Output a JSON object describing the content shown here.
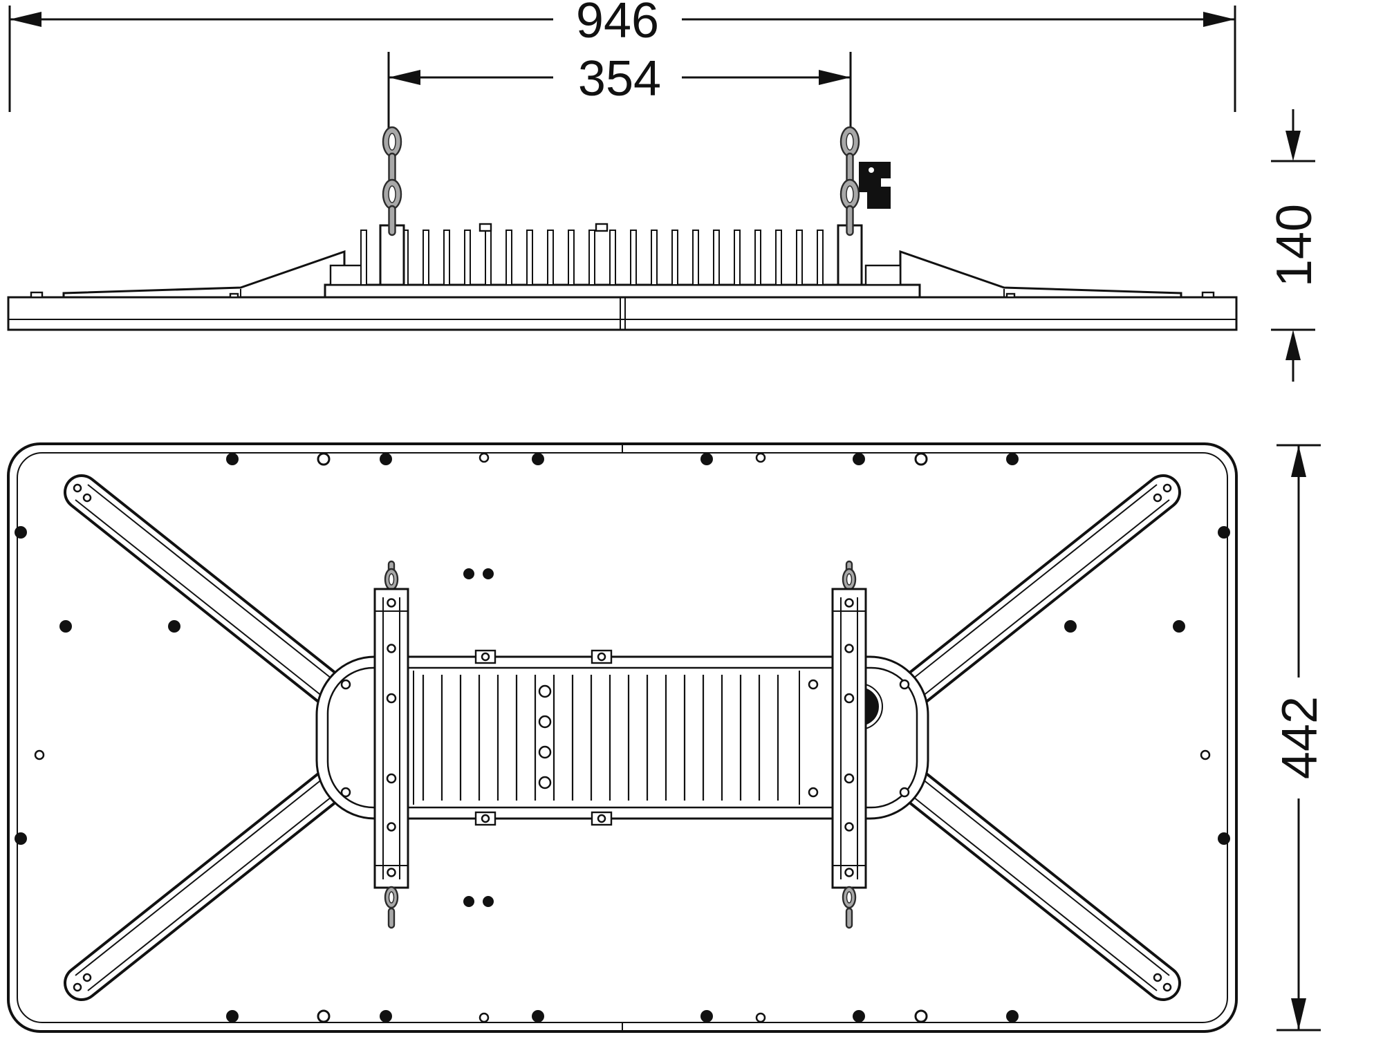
{
  "drawing": {
    "dimensions": {
      "overall_width": "946",
      "suspension_spacing": "354",
      "height": "140",
      "depth": "442"
    },
    "colors": {
      "line": "#111111",
      "chain_fill": "#a8a8a8",
      "background": "#ffffff"
    }
  }
}
